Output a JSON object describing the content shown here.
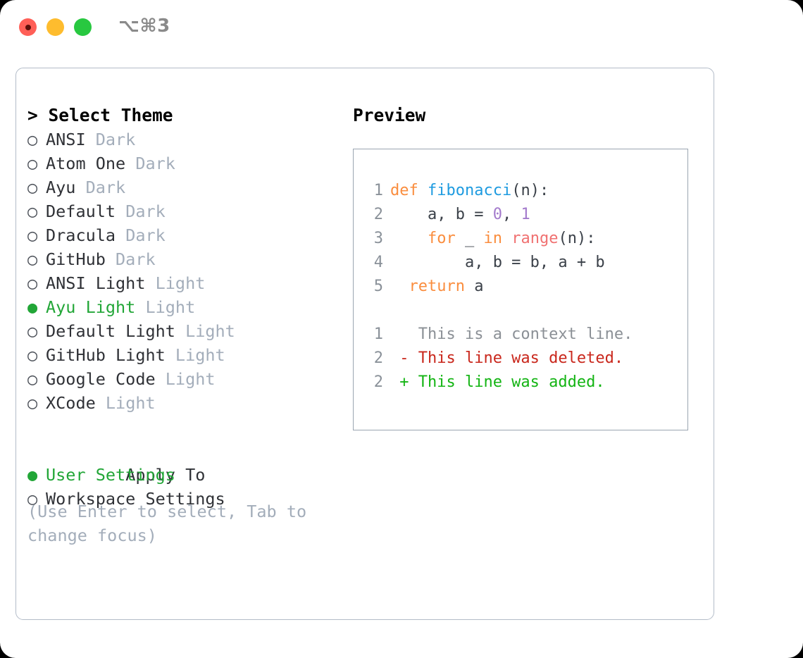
{
  "titlebar": {
    "shortcut": "⌥⌘3",
    "buttons": [
      {
        "name": "close",
        "color": "#ff5f57"
      },
      {
        "name": "minimize",
        "color": "#febc2e"
      },
      {
        "name": "maximize",
        "color": "#28c840"
      }
    ]
  },
  "theme_picker": {
    "header": "> Select Theme",
    "selected_marker": "●",
    "unselected_marker": "○",
    "items": [
      {
        "label": "ANSI",
        "variant": "Dark",
        "selected": false
      },
      {
        "label": "Atom One",
        "variant": "Dark",
        "selected": false
      },
      {
        "label": "Ayu",
        "variant": "Dark",
        "selected": false
      },
      {
        "label": "Default",
        "variant": "Dark",
        "selected": false
      },
      {
        "label": "Dracula",
        "variant": "Dark",
        "selected": false
      },
      {
        "label": "GitHub",
        "variant": "Dark",
        "selected": false
      },
      {
        "label": "ANSI Light",
        "variant": "Light",
        "selected": false
      },
      {
        "label": "Ayu Light",
        "variant": "Light",
        "selected": true
      },
      {
        "label": "Default Light",
        "variant": "Light",
        "selected": false
      },
      {
        "label": "GitHub Light",
        "variant": "Light",
        "selected": false
      },
      {
        "label": "Google Code",
        "variant": "Light",
        "selected": false
      },
      {
        "label": "XCode",
        "variant": "Light",
        "selected": false
      }
    ]
  },
  "apply_to": {
    "header": "Apply To",
    "items": [
      {
        "label": "User Settings",
        "selected": true
      },
      {
        "label": "Workspace Settings",
        "selected": false
      }
    ]
  },
  "hint": "(Use Enter to select, Tab to change focus)",
  "preview": {
    "title": "Preview",
    "code_lines": [
      {
        "num": "1",
        "tokens": [
          {
            "t": "def",
            "c": "kw"
          },
          {
            "t": " ",
            "c": "pl"
          },
          {
            "t": "fibonacci",
            "c": "fn"
          },
          {
            "t": "(n):",
            "c": "pl"
          }
        ]
      },
      {
        "num": "2",
        "tokens": [
          {
            "t": "    a, b = ",
            "c": "pl"
          },
          {
            "t": "0",
            "c": "num"
          },
          {
            "t": ", ",
            "c": "pl"
          },
          {
            "t": "1",
            "c": "num"
          }
        ]
      },
      {
        "num": "3",
        "tokens": [
          {
            "t": "    ",
            "c": "pl"
          },
          {
            "t": "for",
            "c": "kw"
          },
          {
            "t": " _ ",
            "c": "pl"
          },
          {
            "t": "in",
            "c": "kw"
          },
          {
            "t": " ",
            "c": "pl"
          },
          {
            "t": "range",
            "c": "bi"
          },
          {
            "t": "(n):",
            "c": "pl"
          }
        ]
      },
      {
        "num": "4",
        "tokens": [
          {
            "t": "        a, b = b, a + b",
            "c": "pl"
          }
        ]
      },
      {
        "num": "5",
        "tokens": [
          {
            "t": "  ",
            "c": "pl"
          },
          {
            "t": "return",
            "c": "kw"
          },
          {
            "t": " a",
            "c": "pl"
          }
        ]
      }
    ],
    "diff_lines": [
      {
        "num": "1",
        "tokens": [
          {
            "t": "   This is a context line.",
            "c": "ctx"
          }
        ]
      },
      {
        "num": "2",
        "tokens": [
          {
            "t": " - This line was deleted.",
            "c": "del"
          }
        ]
      },
      {
        "num": "2",
        "tokens": [
          {
            "t": " + This line was added.",
            "c": "add"
          }
        ]
      }
    ]
  },
  "colors": {
    "keyword": "#fa8d3e",
    "function": "#1e9be0",
    "number": "#a37acc",
    "builtin": "#f07171",
    "plain": "#3b4149",
    "line_number": "#8a9199",
    "context": "#8b9096",
    "deleted": "#c9271c",
    "added": "#13b413",
    "selected": "#22a637",
    "muted": "#a3adba",
    "border": "#9aa5b1"
  }
}
